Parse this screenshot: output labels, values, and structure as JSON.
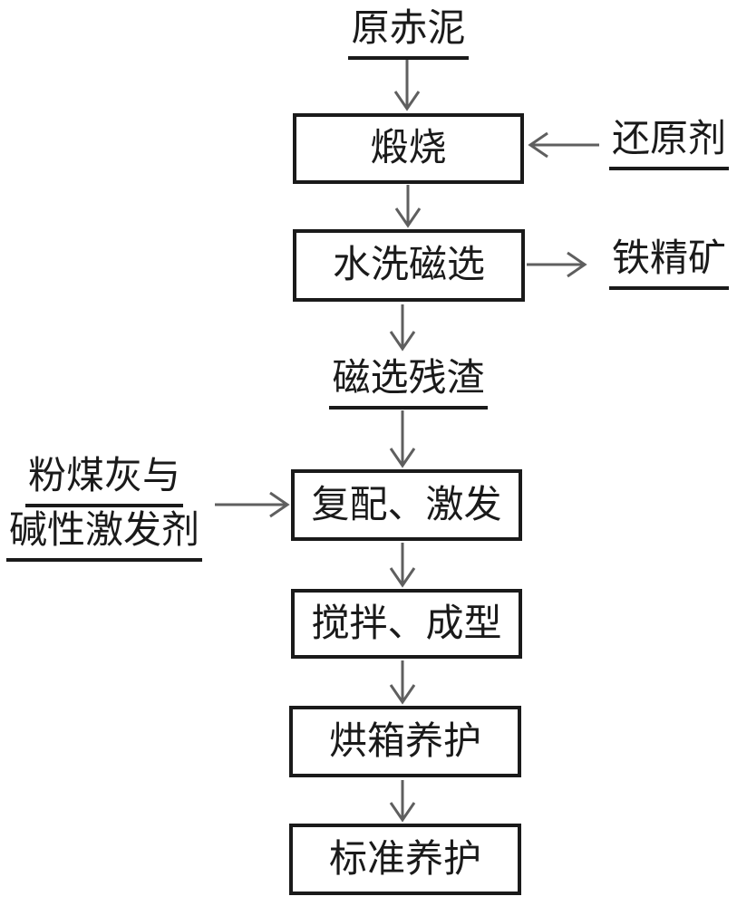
{
  "flowchart": {
    "top_label": "原赤泥",
    "mid_label": "磁选残渣",
    "boxes": {
      "calcination": "煅烧",
      "wash_magnetic_separation": "水洗磁选",
      "compounding_activation": "复配、激发",
      "mixing_forming": "搅拌、成型",
      "oven_curing": "烘箱养护",
      "standard_curing": "标准养护"
    },
    "inputs": {
      "reductant": "还原剂",
      "fly_ash_line1": "粉煤灰与",
      "fly_ash_line2": "碱性激发剂"
    },
    "outputs": {
      "iron_concentrate": "铁精矿"
    },
    "colors": {
      "box_border": "#1a1a1a",
      "text": "#1a1a1a",
      "arrow": "#5f5f5f",
      "background": "#ffffff"
    }
  }
}
